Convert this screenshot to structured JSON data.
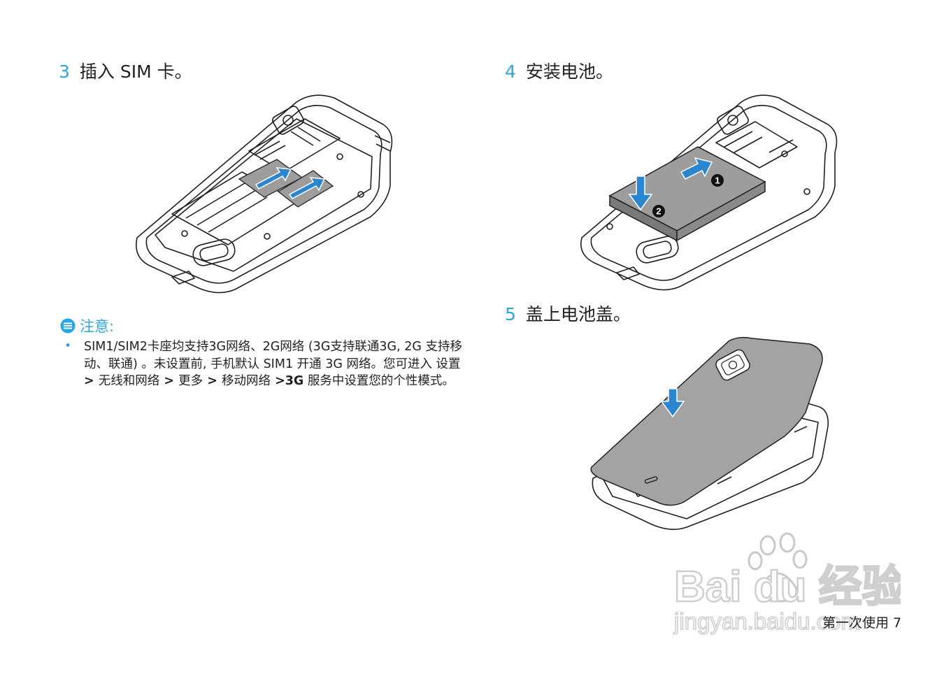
{
  "steps": [
    {
      "num": "3",
      "text": "插入 SIM 卡。"
    },
    {
      "num": "4",
      "text": "安装电池。"
    },
    {
      "num": "5",
      "text": "盖上电池盖。"
    }
  ],
  "figure4": {
    "callout_1": "1",
    "callout_2": "2"
  },
  "note": {
    "label": "注意:",
    "p1": "SIM1/SIM2卡座均支持3G网络、2G网络 (3G支持联通3G, 2G 支持移动、联通) 。未设置前, 手机默认 SIM1 开通 3G 网络。您可进入 ",
    "m1": "设置",
    "sep": " > ",
    "m2": "无线和网络",
    "m3": "更多",
    "m4": "移动网络",
    "m5": " >3G",
    "p2": " 服务中设置您的个性模式。"
  },
  "footer": {
    "text": "第一次使用 7"
  },
  "watermark": {
    "brand": "Baidu经验",
    "url": "jingyan.baidu.com"
  }
}
